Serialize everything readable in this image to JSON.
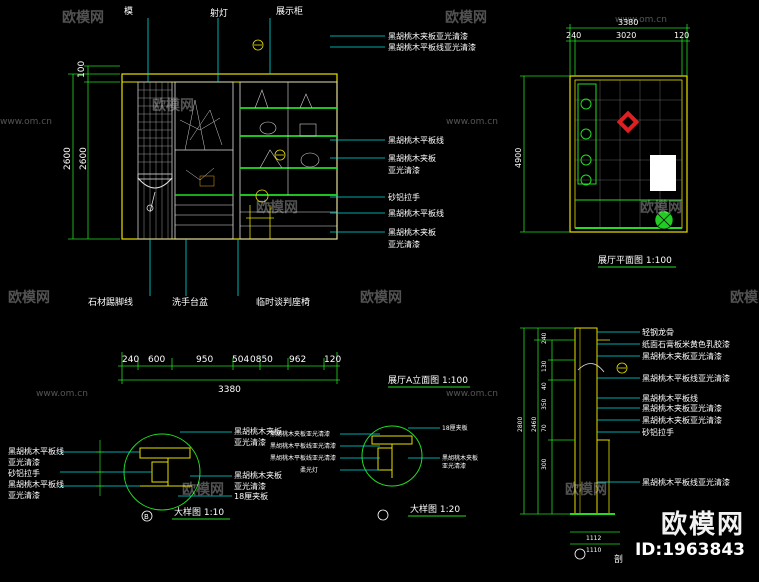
{
  "watermark": {
    "logo": "欧模网",
    "url": "www.om.cn",
    "id": "ID:1963843"
  },
  "elevation_a": {
    "title": "展厅A立面图 1:100",
    "top_labels": [
      "模",
      "射灯",
      "展示柜"
    ],
    "bottom_labels": [
      "石材踢脚线",
      "洗手台盆",
      "临时谈判座椅"
    ],
    "right_labels": [
      "黑胡桃木夹板亚光清漆",
      "黑胡桃木平板线亚光清漆",
      "黑胡桃木平板线",
      "黑胡桃木夹板",
      "亚光清漆",
      "砂铝拉手",
      "黑胡桃木平板线",
      "黑胡桃木夹板",
      "亚光清漆"
    ],
    "left_dims": [
      "100",
      "2600",
      "2600"
    ],
    "bottom_dims": [
      "240",
      "600",
      "950",
      "504",
      "0850",
      "962",
      "120"
    ],
    "total_width": "3380"
  },
  "plan": {
    "title": "展厅平面图 1:100",
    "top_total": "3380",
    "top_dims": [
      "240",
      "3020",
      "120"
    ],
    "left_dim": "4900"
  },
  "section": {
    "title": "剖",
    "labels": [
      "轻钢龙骨",
      "纸面石膏板米黄色乳胶漆",
      "黑胡桃木夹板亚光清漆",
      "黑胡桃木平板线亚光清漆",
      "黑胡桃木平板线",
      "黑胡桃木夹板亚光清漆",
      "黑胡桃木夹板亚光清漆",
      "砂铝拉手",
      "黑胡桃木平板线亚光清漆"
    ],
    "dims": [
      "240",
      "130",
      "2800",
      "2460",
      "40",
      "350",
      "70",
      "300"
    ],
    "bottom_dims": [
      "1112",
      "1110"
    ]
  },
  "detail_b": {
    "title": "大样图 1:10",
    "marker": "B",
    "left_labels": [
      "黑胡桃木平板线",
      "亚光清漆",
      "砂铝拉手",
      "黑胡桃木平板线",
      "亚光清漆"
    ],
    "right_labels": [
      "黑胡桃木夹板",
      "亚光清漆",
      "黑胡桃木夹板",
      "亚光清漆",
      "18厘夹板"
    ]
  },
  "detail_c": {
    "title": "大样图 1:20",
    "left_labels": [
      "黑胡桃木夹板亚光清漆",
      "黑胡桃木平板线亚光清漆",
      "黑胡桃木平板线亚光清漆",
      "柔光灯"
    ],
    "right_labels": [
      "18厘夹板",
      "黑胡桃木夹板",
      "亚光清漆"
    ]
  }
}
